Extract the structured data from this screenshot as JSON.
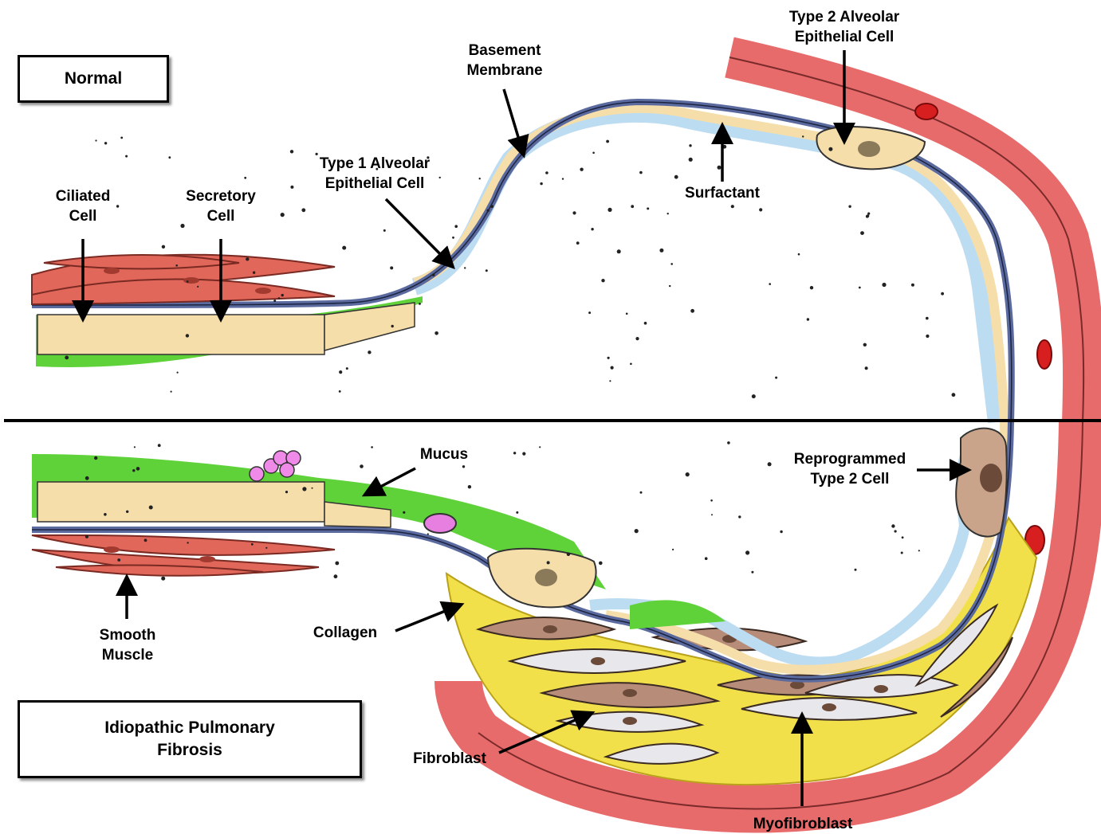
{
  "panels": {
    "normal": "Normal",
    "disease": "Idiopathic Pulmonary Fibrosis"
  },
  "labels": {
    "ciliated_cell": "Ciliated Cell",
    "secretory_cell": "Secretory Cell",
    "type1_cell": "Type 1 Alveolar Epithelial Cell",
    "basement_membrane": "Basement Membrane",
    "type2_cell": "Type 2 Alveolar Epithelial Cell",
    "surfactant": "Surfactant",
    "mucus": "Mucus",
    "reprogrammed_type2": "Reprogrammed Type 2 Cell",
    "smooth_muscle": "Smooth Muscle",
    "collagen": "Collagen",
    "fibroblast": "Fibroblast",
    "myofibroblast": "Myofibroblast"
  },
  "colors": {
    "smooth_muscle": "#e0675a",
    "vessel": "#e86b6b",
    "basement_membrane": "#5a6a9e",
    "epithelium": "#f5deaa",
    "surfactant": "#bcdcf2",
    "mucus": "#5fd23a",
    "collagen": "#f1e04a",
    "fibroblast": "#e8e8ec",
    "myofibroblast": "#b78c78",
    "red_blood_cell": "#d81f1f"
  }
}
